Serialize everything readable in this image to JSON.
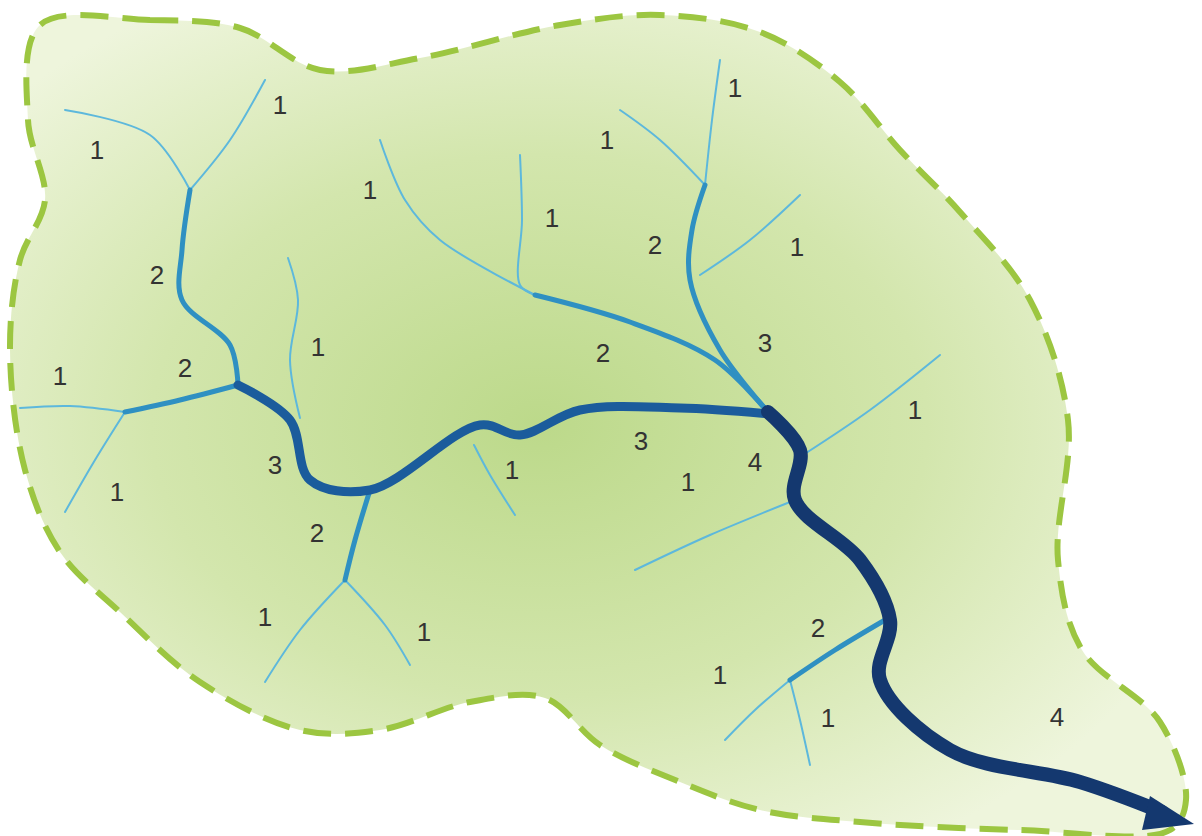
{
  "diagram": {
    "labels": [
      "1",
      "1",
      "1",
      "1",
      "1",
      "1",
      "2",
      "1",
      "2",
      "1",
      "2",
      "3",
      "1",
      "2",
      "1",
      "3",
      "3",
      "4",
      "1",
      "1",
      "1",
      "2",
      "2",
      "1",
      "1",
      "1",
      "4",
      "1"
    ]
  }
}
